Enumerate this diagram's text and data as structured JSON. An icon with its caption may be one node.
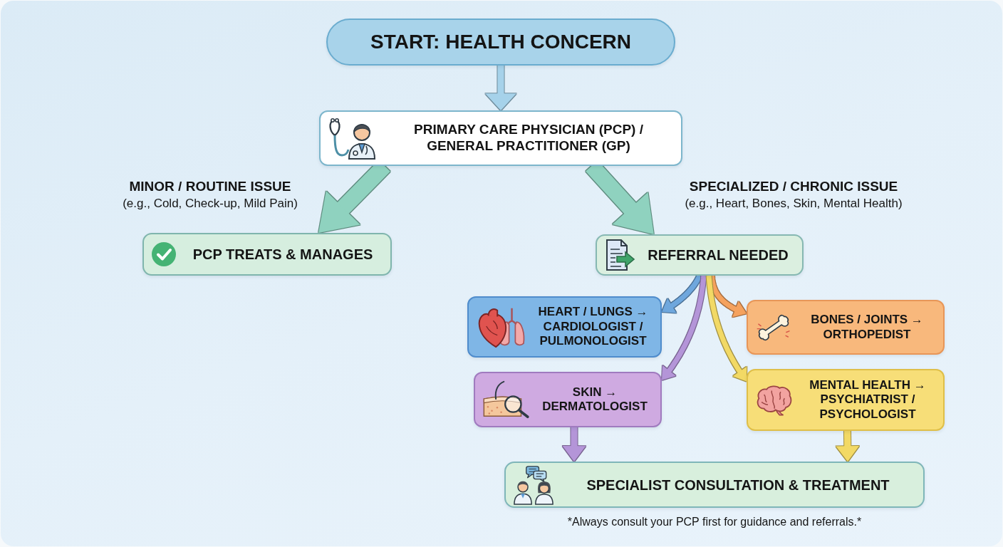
{
  "diagram": {
    "nodes": [
      {
        "text": [
          "START: HEALTH CONCERN"
        ]
      },
      {
        "text": [
          "PRIMARY CARE PHYSICIAN (PCP) / GENERAL PRACTITIONER (GP)"
        ]
      },
      {
        "text": [
          "PCP TREATS & MANAGES"
        ]
      },
      {
        "text": [
          "REFERRAL NEEDED"
        ]
      },
      {
        "text": [
          "HEART / LUNGS → CARDIOLOGIST / PULMONOLOGIST"
        ]
      },
      {
        "text": [
          "BONES / JOINTS → ORTHOPEDIST"
        ]
      },
      {
        "text": [
          "SKIN → DERMATOLOGIST"
        ]
      },
      {
        "text": [
          "MENTAL HEALTH → PSYCHIATRIST / PSYCHOLOGIST"
        ]
      },
      {
        "text": [
          "SPECIALIST CONSULTATION & TREATMENT"
        ]
      }
    ],
    "edges": [
      {
        "from": 0,
        "to": 1,
        "arrow": "to",
        "color": "#a6d2ea"
      },
      {
        "from": 1,
        "to": 2,
        "arrow": "to",
        "style": "thick",
        "color": "#8fd2bf",
        "label": "**MINOR / ROUTINE ISSUE** (e.g., Cold, Check-up, Mild Pain)"
      },
      {
        "from": 1,
        "to": 3,
        "arrow": "to",
        "style": "thick",
        "color": "#8fd2bf",
        "label": "**SPECIALIZED / CHRONIC ISSUE** (e.g., Heart, Bones, Skin, Mental Health)"
      },
      {
        "from": 3,
        "to": 4,
        "arrow": "to",
        "color": "#6fa7dd"
      },
      {
        "from": 3,
        "to": 5,
        "arrow": "to",
        "color": "#f5a25e"
      },
      {
        "from": 3,
        "to": 6,
        "arrow": "to",
        "color": "#b495d8"
      },
      {
        "from": 3,
        "to": 7,
        "arrow": "to",
        "color": "#f2d965"
      },
      {
        "from": 6,
        "to": 8,
        "arrow": "to",
        "color": "#b495d8"
      },
      {
        "from": 7,
        "to": 8,
        "arrow": "to",
        "color": "#f2d965"
      }
    ],
    "caption": "*Always consult your PCP first for guidance and referrals.*"
  }
}
